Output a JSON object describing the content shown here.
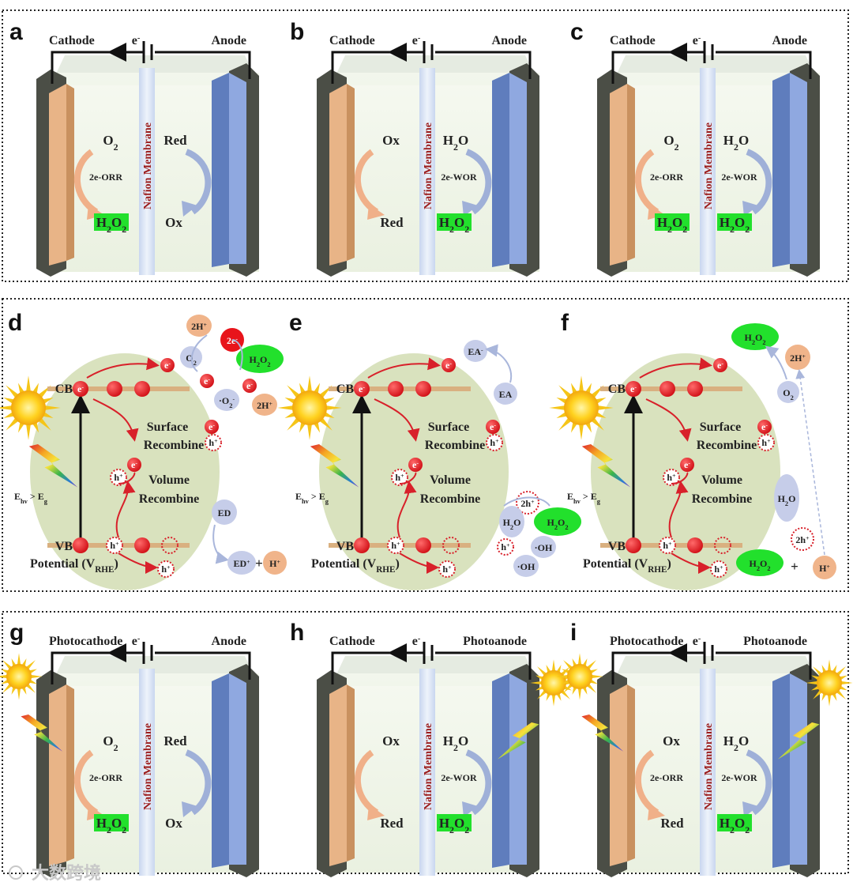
{
  "cells": [
    {
      "letter": "a",
      "row": 0,
      "col": 0,
      "left_label": "Cathode",
      "right_label": "Anode",
      "electron": "e",
      "left_species": "O",
      "left_reaction": "2e-ORR",
      "left_product": "H2O2",
      "right_species": "Red",
      "right_product": "Ox",
      "left_product_box": true,
      "right_product_box": false,
      "left_photo": false,
      "right_photo": false
    },
    {
      "letter": "b",
      "row": 0,
      "col": 1,
      "left_label": "Cathode",
      "right_label": "Anode",
      "electron": "e",
      "left_species": "Ox",
      "left_reaction": "",
      "left_product": "Red",
      "right_species": "H2O",
      "right_reaction": "2e-WOR",
      "right_product": "H2O2",
      "left_product_box": false,
      "right_product_box": true,
      "left_photo": false,
      "right_photo": false
    },
    {
      "letter": "c",
      "row": 0,
      "col": 2,
      "left_label": "Cathode",
      "right_label": "Anode",
      "electron": "e",
      "left_species": "O",
      "left_reaction": "2e-ORR",
      "left_product": "H2O2",
      "right_species": "H2O",
      "right_reaction": "2e-WOR",
      "right_product": "H2O2",
      "left_product_box": true,
      "right_product_box": true,
      "left_photo": false,
      "right_photo": false
    },
    {
      "letter": "g",
      "row": 2,
      "col": 0,
      "left_label": "Photocathode",
      "right_label": "Anode",
      "electron": "e",
      "left_species": "O",
      "left_reaction": "2e-ORR",
      "left_product": "H2O2",
      "right_species": "Red",
      "right_product": "Ox",
      "left_product_box": true,
      "right_product_box": false,
      "left_photo": true,
      "right_photo": false
    },
    {
      "letter": "h",
      "row": 2,
      "col": 1,
      "left_label": "Cathode",
      "right_label": "Photoanode",
      "electron": "e",
      "left_species": "Ox",
      "left_reaction": "",
      "left_product": "Red",
      "right_species": "H2O",
      "right_reaction": "2e-WOR",
      "right_product": "H2O2",
      "left_product_box": false,
      "right_product_box": true,
      "left_photo": false,
      "right_photo": true
    },
    {
      "letter": "i",
      "row": 2,
      "col": 2,
      "left_label": "Photocathode",
      "right_label": "Photoanode",
      "electron": "e",
      "left_species": "Ox",
      "left_reaction": "2e-ORR",
      "left_product": "Red",
      "right_species": "H2O",
      "right_reaction": "2e-WOR",
      "right_product": "H2O2",
      "left_product_box": false,
      "right_product_box": true,
      "left_photo": true,
      "right_photo": true
    }
  ],
  "membrane_label": "Nafion Membrane",
  "photo_panels": [
    {
      "letter": "d",
      "cb": "CB",
      "vb": "VB",
      "surface": "Surface",
      "surface2": "Recombine",
      "volume": "Volume",
      "volume2": "Recombine",
      "energy": "E",
      "potential": "Potential (V",
      "potential_sub": "RHE",
      "potential_end": ")",
      "species": [
        "2H⁺",
        "O",
        "·O",
        "2H⁺",
        "H₂O₂",
        "ED",
        "ED⁺+",
        "H⁺"
      ]
    },
    {
      "letter": "e",
      "cb": "CB",
      "vb": "VB",
      "surface": "Surface",
      "surface2": "Recombine",
      "volume": "Volume",
      "volume2": "Recombine",
      "energy": "E",
      "potential": "Potential (V",
      "potential_sub": "RHE",
      "potential_end": ")",
      "species": [
        "EA⁻",
        "EA",
        "2h⁺",
        "H₂O",
        "H₂O₂",
        "·OH",
        "·OH"
      ]
    },
    {
      "letter": "f",
      "cb": "CB",
      "vb": "VB",
      "surface": "Surface",
      "surface2": "Recombine",
      "volume": "Volume",
      "volume2": "Recombine",
      "energy": "E",
      "potential": "Potential (V",
      "potential_sub": "RHE",
      "potential_end": ")",
      "species": [
        "H₂O₂",
        "2H⁺",
        "O",
        "H₂O",
        "2h⁺",
        "H₂O₂",
        "+",
        "H⁺"
      ]
    }
  ],
  "watermark": "大数跨境",
  "colors": {
    "cathode": "#e8b487",
    "anode": "#8fa8e0",
    "frame": "#4b4e46",
    "membrane": "#dde6f5",
    "h2o2": "#22e02c",
    "electron": "#e8141b",
    "particle": "#d2ddb3"
  }
}
